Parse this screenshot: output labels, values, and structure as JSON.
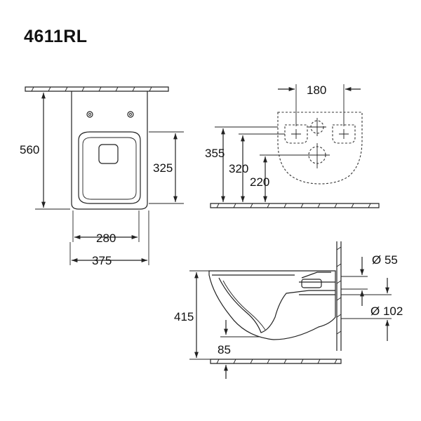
{
  "title": "4611RL",
  "dimensions": {
    "d560": "560",
    "d325": "325",
    "d280": "280",
    "d375": "375",
    "d180": "180",
    "d355": "355",
    "d320": "320",
    "d220": "220",
    "d415": "415",
    "d85": "85",
    "d55": "Ø 55",
    "d102": "Ø 102"
  }
}
